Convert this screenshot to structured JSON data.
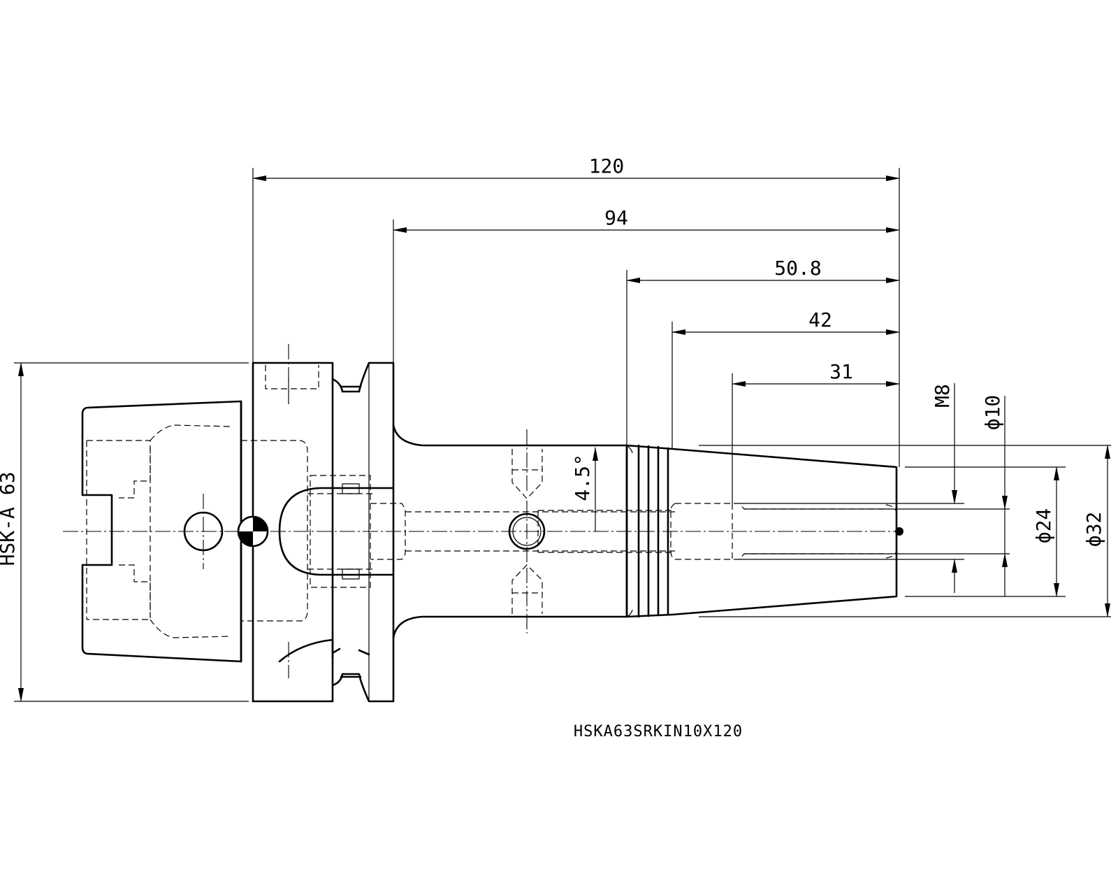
{
  "drawing": {
    "part_code": "HSKA63SRKIN10X120",
    "dimensions": {
      "overall_length": "120",
      "flange_to_tip": "94",
      "taper_length": "50.8",
      "nut_length": "42",
      "bore_depth": "31",
      "taper_angle": "4.5°",
      "interface": "HSK-A 63",
      "thread": "M8",
      "bore_dia": "ϕ10",
      "nose_dia_small": "ϕ24",
      "nose_dia_large": "ϕ32"
    }
  }
}
